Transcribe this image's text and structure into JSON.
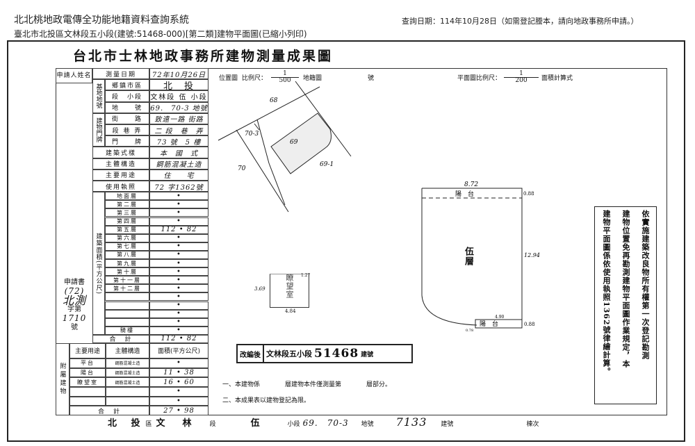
{
  "header": {
    "system_title": "北北桃地政電傳全功能地籍資料查詢系統",
    "subtitle": "臺北市北投區文林段五小段(建號:51468-000)[第二類]建物平面圖(已縮小列印)",
    "query_date": "查詢日期：114年10月28日（如需登記謄本，請向地政事務所申請。）"
  },
  "doc": {
    "title": "台北市士林地政事務所建物測量成果圖",
    "applicant_label": "申請人姓名",
    "application_no": {
      "label": "申請書",
      "year": "(72)",
      "office": "北測",
      "word": "字第",
      "number": "1710",
      "suffix": "號"
    },
    "rows": [
      {
        "label": "測量日期",
        "value": "72年10月26日"
      },
      {
        "group": "基地地號",
        "label": "鄉鎮市區",
        "value": "北　投"
      },
      {
        "label": "段　小段",
        "value": "文林段 伍 小段"
      },
      {
        "label": "地　　號",
        "value": "69.　70-3 地號"
      },
      {
        "group": "建物門牌",
        "label": "街　　路",
        "value": "致遠一路 街路"
      },
      {
        "label": "段 巷 弄",
        "value": "二 段　巷　弄"
      },
      {
        "label": "門　　牌",
        "value": "73 號　5 樓"
      },
      {
        "label": "建築式樣",
        "value": "本　國　式"
      },
      {
        "label": "主體構造",
        "value": "鋼筋混凝土造"
      },
      {
        "label": "主要用途",
        "value": "住　　宅"
      },
      {
        "label": "使用執照",
        "value": "72 字1362號"
      }
    ],
    "area_group_label": "建築面積(平方公尺)",
    "floors": [
      {
        "label": "地面層",
        "value": "•"
      },
      {
        "label": "第二層",
        "value": "•"
      },
      {
        "label": "第三層",
        "value": "•"
      },
      {
        "label": "第四層",
        "value": "•"
      },
      {
        "label": "第五層",
        "value": "112 • 82"
      },
      {
        "label": "第六層",
        "value": "•"
      },
      {
        "label": "第七層",
        "value": "•"
      },
      {
        "label": "第八層",
        "value": "•"
      },
      {
        "label": "第九層",
        "value": "•"
      },
      {
        "label": "第十層",
        "value": "•"
      },
      {
        "label": "第十一層",
        "value": "•"
      },
      {
        "label": "第十二層",
        "value": "•"
      },
      {
        "label": "",
        "value": "•"
      },
      {
        "label": "",
        "value": "•"
      },
      {
        "label": "",
        "value": "•"
      },
      {
        "label": "",
        "value": "•"
      },
      {
        "label": "騎樓",
        "value": "•"
      }
    ],
    "total": {
      "label": "合　計",
      "value": "112 • 82"
    },
    "attached": {
      "group_label": "附屬建物",
      "headers": [
        "主要用途",
        "主體構造",
        "面積(平方公尺)"
      ],
      "rows": [
        {
          "use": "平台",
          "structure": "鋼筋混凝土造",
          "area": "•"
        },
        {
          "use": "陽台",
          "structure": "鋼筋混凝土造",
          "area": "11 • 38"
        },
        {
          "use": "瞭望室",
          "structure": "鋼筋混凝土造",
          "area": "16 • 60"
        },
        {
          "use": "",
          "structure": "",
          "area": "•"
        },
        {
          "use": "",
          "structure": "",
          "area": "•"
        }
      ],
      "total_label": "合　計",
      "total_value": "27 • 98"
    },
    "location_map": {
      "label": "位置圖",
      "scale_label": "比例尺：",
      "scale_num": "1",
      "scale_den": "500",
      "cadastral": "地籍圖",
      "no": "號",
      "parcels": [
        "68",
        "70-3",
        "69",
        "70",
        "69-1"
      ]
    },
    "floor_plan": {
      "scale_label": "平面圖比例尺：",
      "scale_num": "1",
      "scale_den": "200",
      "calc": "面積計算式",
      "floor_name": "伍層",
      "dims": [
        "8.72",
        "0.88",
        "12.94",
        "4.90",
        "0.88",
        "0.78"
      ],
      "balcony": "陽　台",
      "lookout": "瞭望室",
      "lookout_dims": [
        "3.69",
        "4.84",
        "1.27"
      ]
    },
    "renumber": {
      "label": "改編後",
      "section": "文林段五小段",
      "number": "51468",
      "suffix": "建號"
    },
    "notes": [
      "一、本建物係　　　　層建物本件僅測量第　　　　層部分。",
      "二、本成果表以建物登記為限。"
    ],
    "side_note": [
      "依實施建築改良物所有權第一次登記勘測",
      "建物位置免再勘測建物平面圖作業規定，本",
      "建物平面圖係依使用執照1362號律繪計算。"
    ],
    "footer": {
      "district": "北 投",
      "district_suffix": "區",
      "section": "文　林",
      "section_suffix": "段",
      "sub": "伍",
      "sub_suffix": "小段",
      "lot": "69.　70-3",
      "lot_suffix": "地號",
      "bldg": "7133",
      "bldg_suffix": "建號",
      "building_no": "棟次"
    }
  }
}
